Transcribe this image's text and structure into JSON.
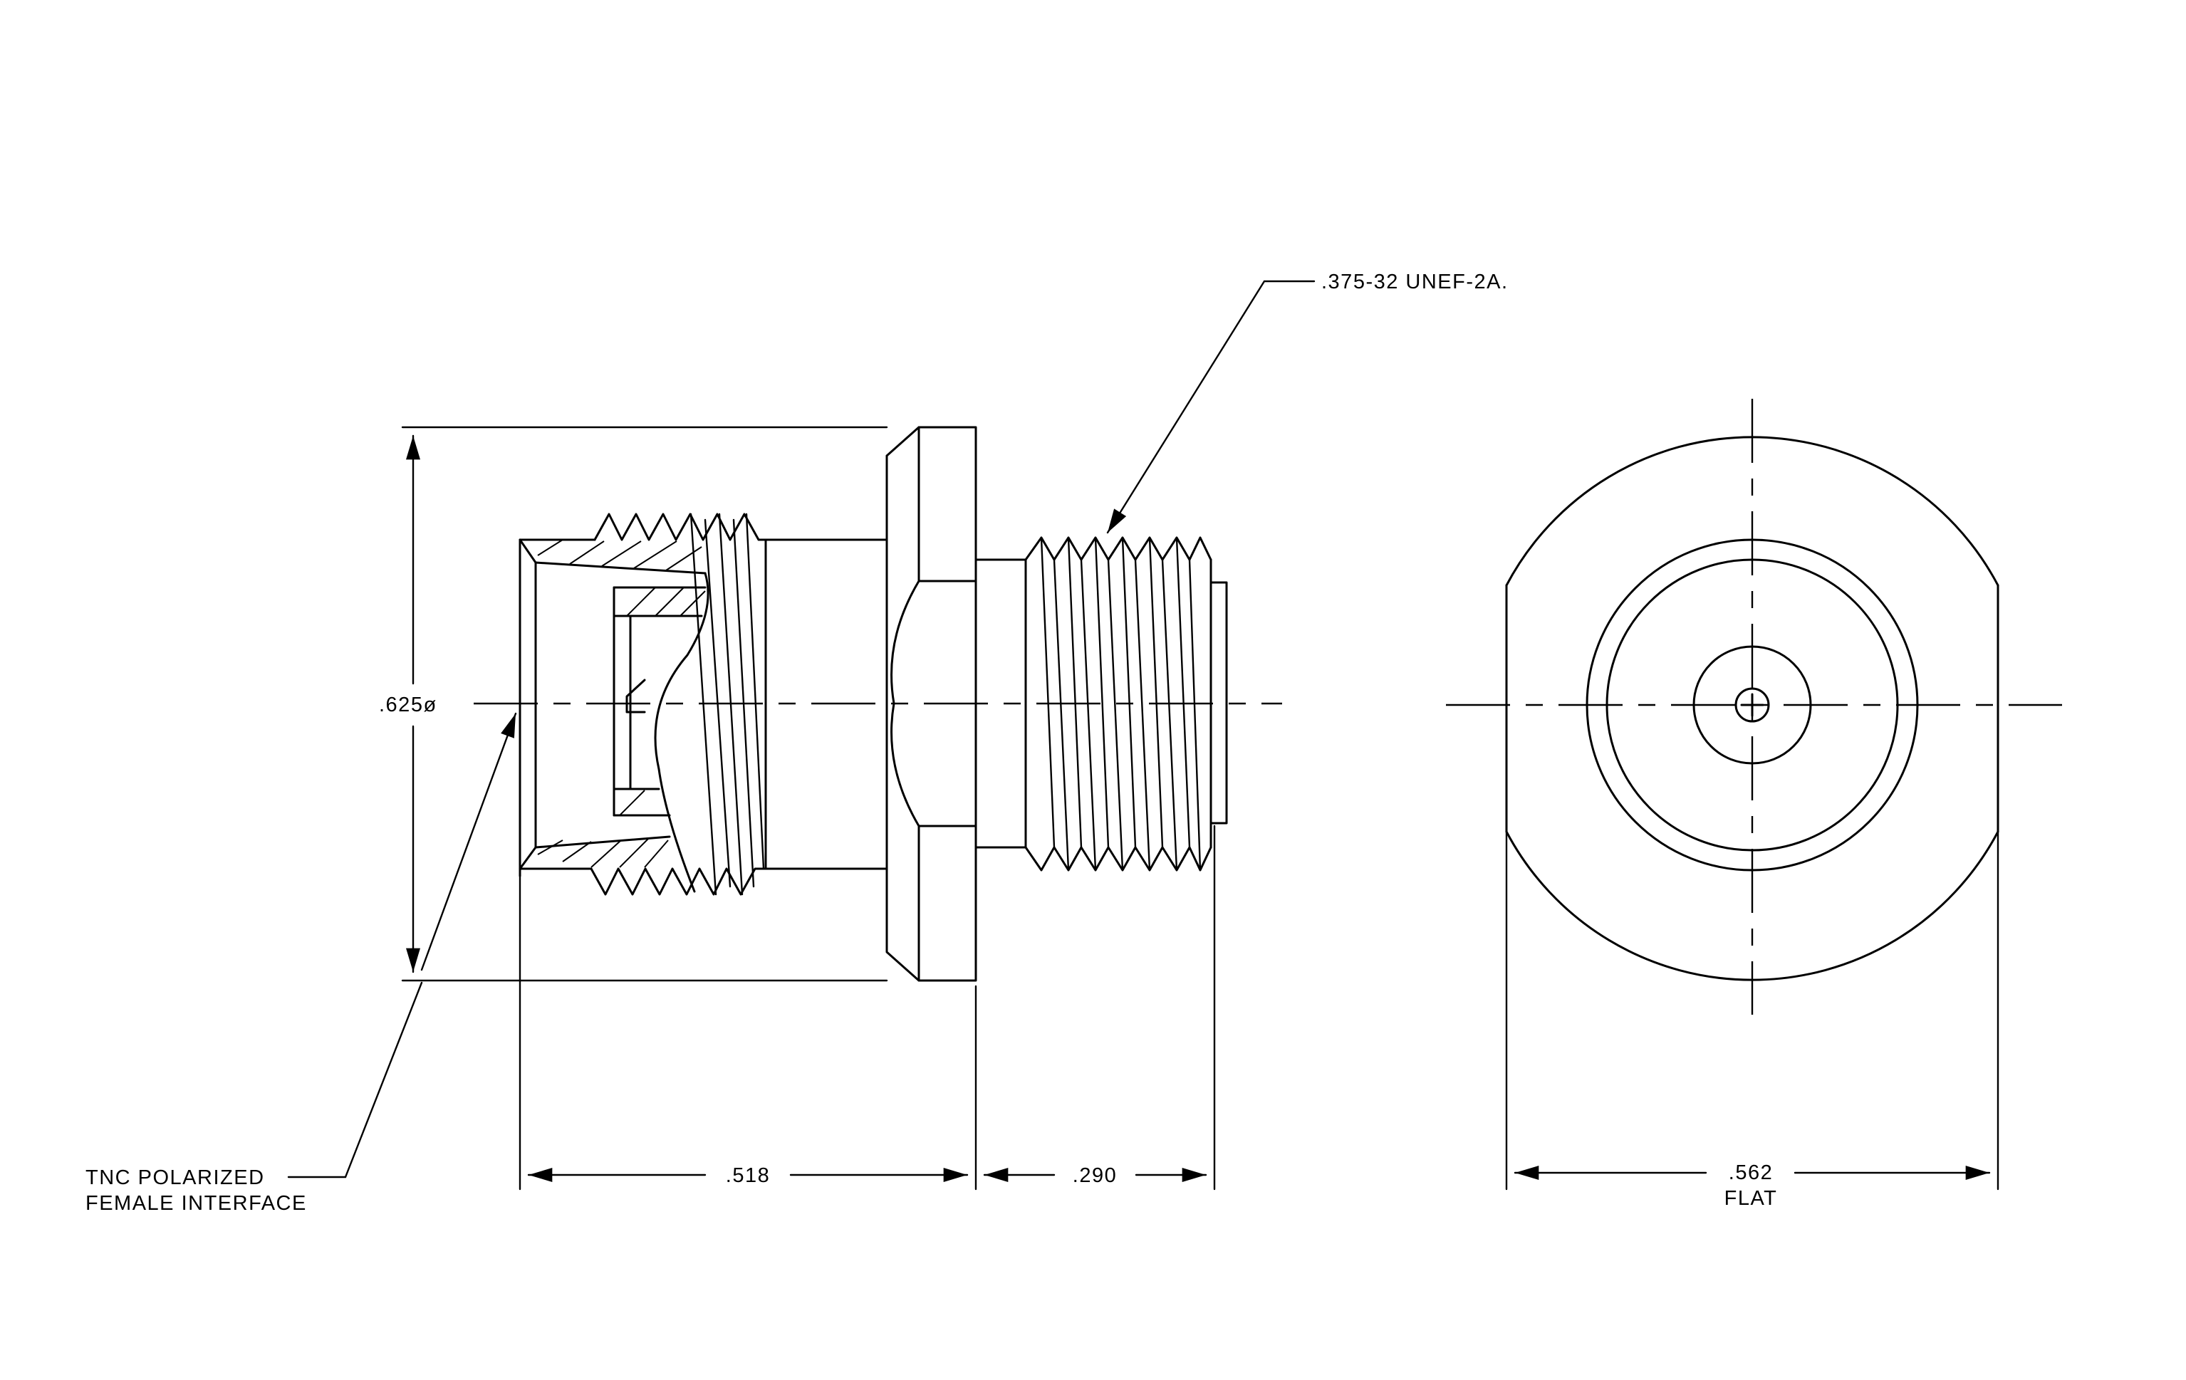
{
  "labels": {
    "thread_spec": ".375-32 UNEF-2A.",
    "diameter": ".625ø",
    "interface_line1": "TNC POLARIZED",
    "interface_line2": "FEMALE INTERFACE",
    "dim_overall": ".518",
    "dim_thread_length": ".290",
    "dim_flat_value": ".562",
    "dim_flat_label": "FLAT"
  },
  "colors": {
    "line": "#000000",
    "background": "#ffffff"
  }
}
